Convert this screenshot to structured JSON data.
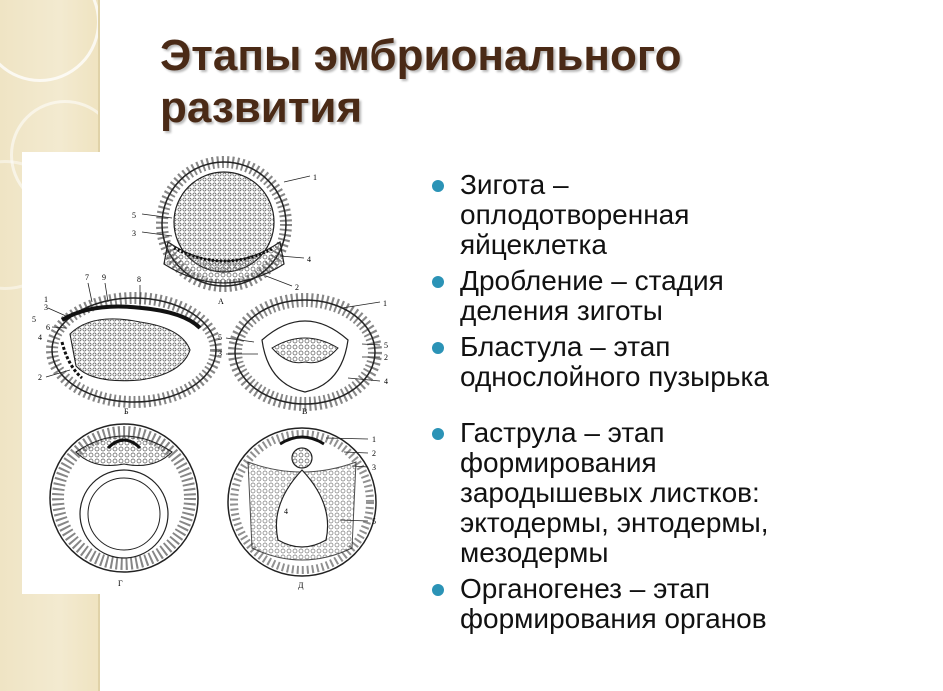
{
  "title": {
    "line1": "Этапы эмбрионального",
    "line2": "развития"
  },
  "figure": {
    "panels": [
      {
        "letter": "А",
        "labels": [
          "1",
          "5",
          "3",
          "4",
          "2"
        ]
      },
      {
        "letter": "Б",
        "labels": [
          "7",
          "9",
          "8",
          "3",
          "5",
          "6",
          "4",
          "1",
          "2"
        ]
      },
      {
        "letter": "В",
        "labels": [
          "1",
          "5",
          "3",
          "5",
          "2",
          "4"
        ]
      },
      {
        "letter": "Г",
        "labels": []
      },
      {
        "letter": "Д",
        "labels": [
          "1",
          "2",
          "3",
          "4",
          "5"
        ]
      }
    ]
  },
  "bullets": [
    {
      "line1": "Зигота –",
      "line2": "оплодотворенная",
      "line3": "яйцеклетка"
    },
    {
      "line1": "Дробление – стадия",
      "line2": "деления зиготы"
    },
    {
      "line1": "Бластула – этап",
      "line2": "однослойного пузырька"
    },
    {
      "line1": "Гаструла – этап",
      "line2": "формирования",
      "line3": "зародышевых листков:",
      "line4": "эктодермы, энтодермы,",
      "line5": "мезодермы"
    },
    {
      "line1": "Органогенез – этап",
      "line2": "формирования органов"
    }
  ],
  "colors": {
    "title": "#4a2a16",
    "bullet_dot": "#2b93b6",
    "band": "#f1e7c8",
    "text": "#111111"
  }
}
